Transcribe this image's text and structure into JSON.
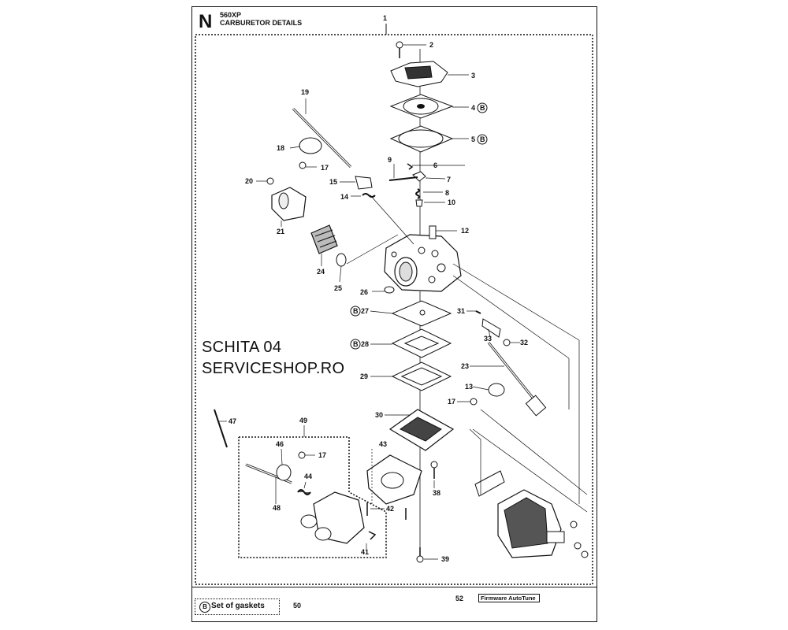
{
  "header": {
    "section_letter": "N",
    "model": "560XP",
    "title": "CARBURETOR DETAILS"
  },
  "watermark": {
    "line1": "SCHITA 04",
    "line2": "SERVICESHOP.RO"
  },
  "legend": {
    "badge": "B",
    "text": "Set of gaskets",
    "number": "50"
  },
  "firmware": {
    "number": "52",
    "label": "Firmware AutoTune"
  },
  "callouts": [
    {
      "id": "1",
      "label": "1"
    },
    {
      "id": "2",
      "label": "2"
    },
    {
      "id": "3",
      "label": "3"
    },
    {
      "id": "4",
      "label": "4",
      "badge": "B"
    },
    {
      "id": "5",
      "label": "5",
      "badge": "B"
    },
    {
      "id": "6",
      "label": "6"
    },
    {
      "id": "7",
      "label": "7"
    },
    {
      "id": "8",
      "label": "8"
    },
    {
      "id": "9",
      "label": "9"
    },
    {
      "id": "10",
      "label": "10"
    },
    {
      "id": "12",
      "label": "12"
    },
    {
      "id": "13",
      "label": "13"
    },
    {
      "id": "14",
      "label": "14"
    },
    {
      "id": "15",
      "label": "15"
    },
    {
      "id": "17a",
      "label": "17"
    },
    {
      "id": "17b",
      "label": "17"
    },
    {
      "id": "17c",
      "label": "17"
    },
    {
      "id": "18",
      "label": "18"
    },
    {
      "id": "19",
      "label": "19"
    },
    {
      "id": "20",
      "label": "20"
    },
    {
      "id": "21",
      "label": "21"
    },
    {
      "id": "23",
      "label": "23"
    },
    {
      "id": "24",
      "label": "24"
    },
    {
      "id": "25",
      "label": "25"
    },
    {
      "id": "26",
      "label": "26"
    },
    {
      "id": "27",
      "label": "27",
      "badge": "B"
    },
    {
      "id": "28",
      "label": "28",
      "badge": "B"
    },
    {
      "id": "29",
      "label": "29"
    },
    {
      "id": "30",
      "label": "30"
    },
    {
      "id": "31",
      "label": "31"
    },
    {
      "id": "32",
      "label": "32"
    },
    {
      "id": "33",
      "label": "33"
    },
    {
      "id": "38",
      "label": "38"
    },
    {
      "id": "39",
      "label": "39"
    },
    {
      "id": "41",
      "label": "41"
    },
    {
      "id": "42",
      "label": "42"
    },
    {
      "id": "43",
      "label": "43"
    },
    {
      "id": "44",
      "label": "44"
    },
    {
      "id": "46",
      "label": "46"
    },
    {
      "id": "47",
      "label": "47"
    },
    {
      "id": "48",
      "label": "48"
    },
    {
      "id": "49",
      "label": "49"
    }
  ]
}
